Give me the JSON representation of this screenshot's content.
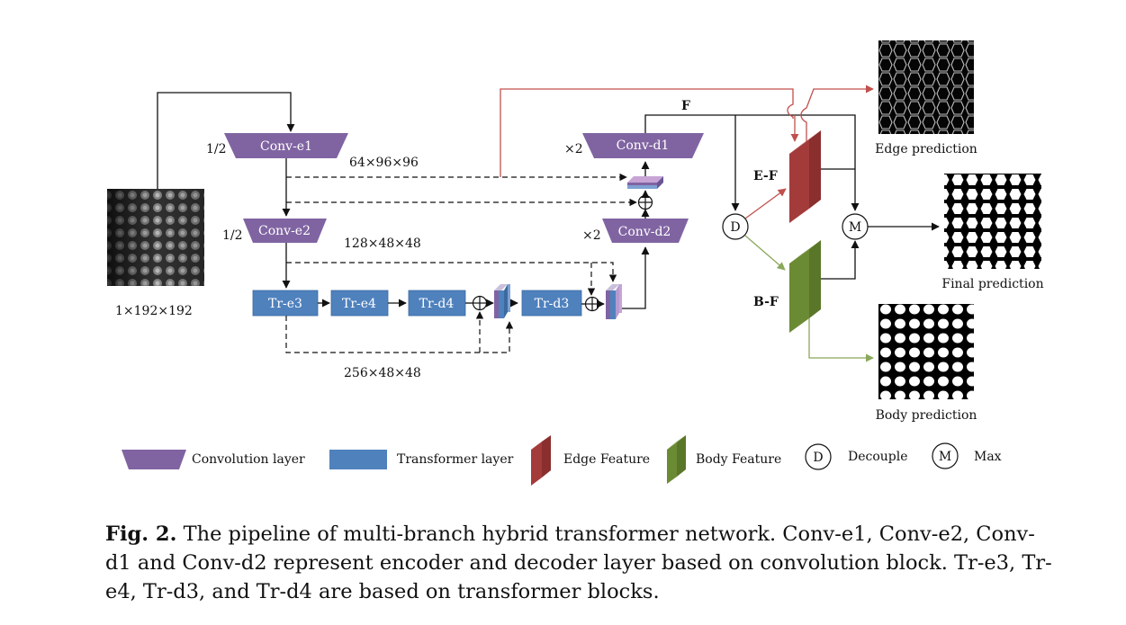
{
  "blocks": {
    "conv_e1": "Conv-e1",
    "conv_e2": "Conv-e2",
    "conv_d1": "Conv-d1",
    "conv_d2": "Conv-d2",
    "tr_e3": "Tr-e3",
    "tr_e4": "Tr-e4",
    "tr_d4": "Tr-d4",
    "tr_d3": "Tr-d3"
  },
  "labels": {
    "half_1": "1/2",
    "half_2": "1/2",
    "x2_1": "×2",
    "x2_2": "×2",
    "dim_64": "64×96×96",
    "dim_128": "128×48×48",
    "dim_256": "256×48×48",
    "input_dim": "1×192×192",
    "f": "F",
    "ef": "E-F",
    "bf": "B-F",
    "decouple_node": "D",
    "max_node": "M",
    "edge_prediction": "Edge prediction",
    "final_prediction": "Final prediction",
    "body_prediction": "Body prediction"
  },
  "legend": {
    "conv": "Convolution layer",
    "transformer": "Transformer layer",
    "edge": "Edge Feature",
    "body": "Body Feature",
    "d_symbol": "D",
    "decouple": "Decouple",
    "m_symbol": "M",
    "max": "Max"
  },
  "caption": {
    "label": "Fig. 2.",
    "text": "The pipeline of multi-branch hybrid transformer network. Conv-e1, Conv-e2, Conv-d1 and Conv-d2 represent encoder and decoder layer based on convolution block. Tr-e3, Tr-e4, Tr-d3, and Tr-d4 are based on transformer blocks."
  },
  "colors": {
    "conv": "#8064a2",
    "transformer": "#4f81bd",
    "edge": "#a33b3b",
    "body": "#6b8a34",
    "edge_arrow": "#c0504d",
    "body_arrow": "#8aa85a"
  }
}
